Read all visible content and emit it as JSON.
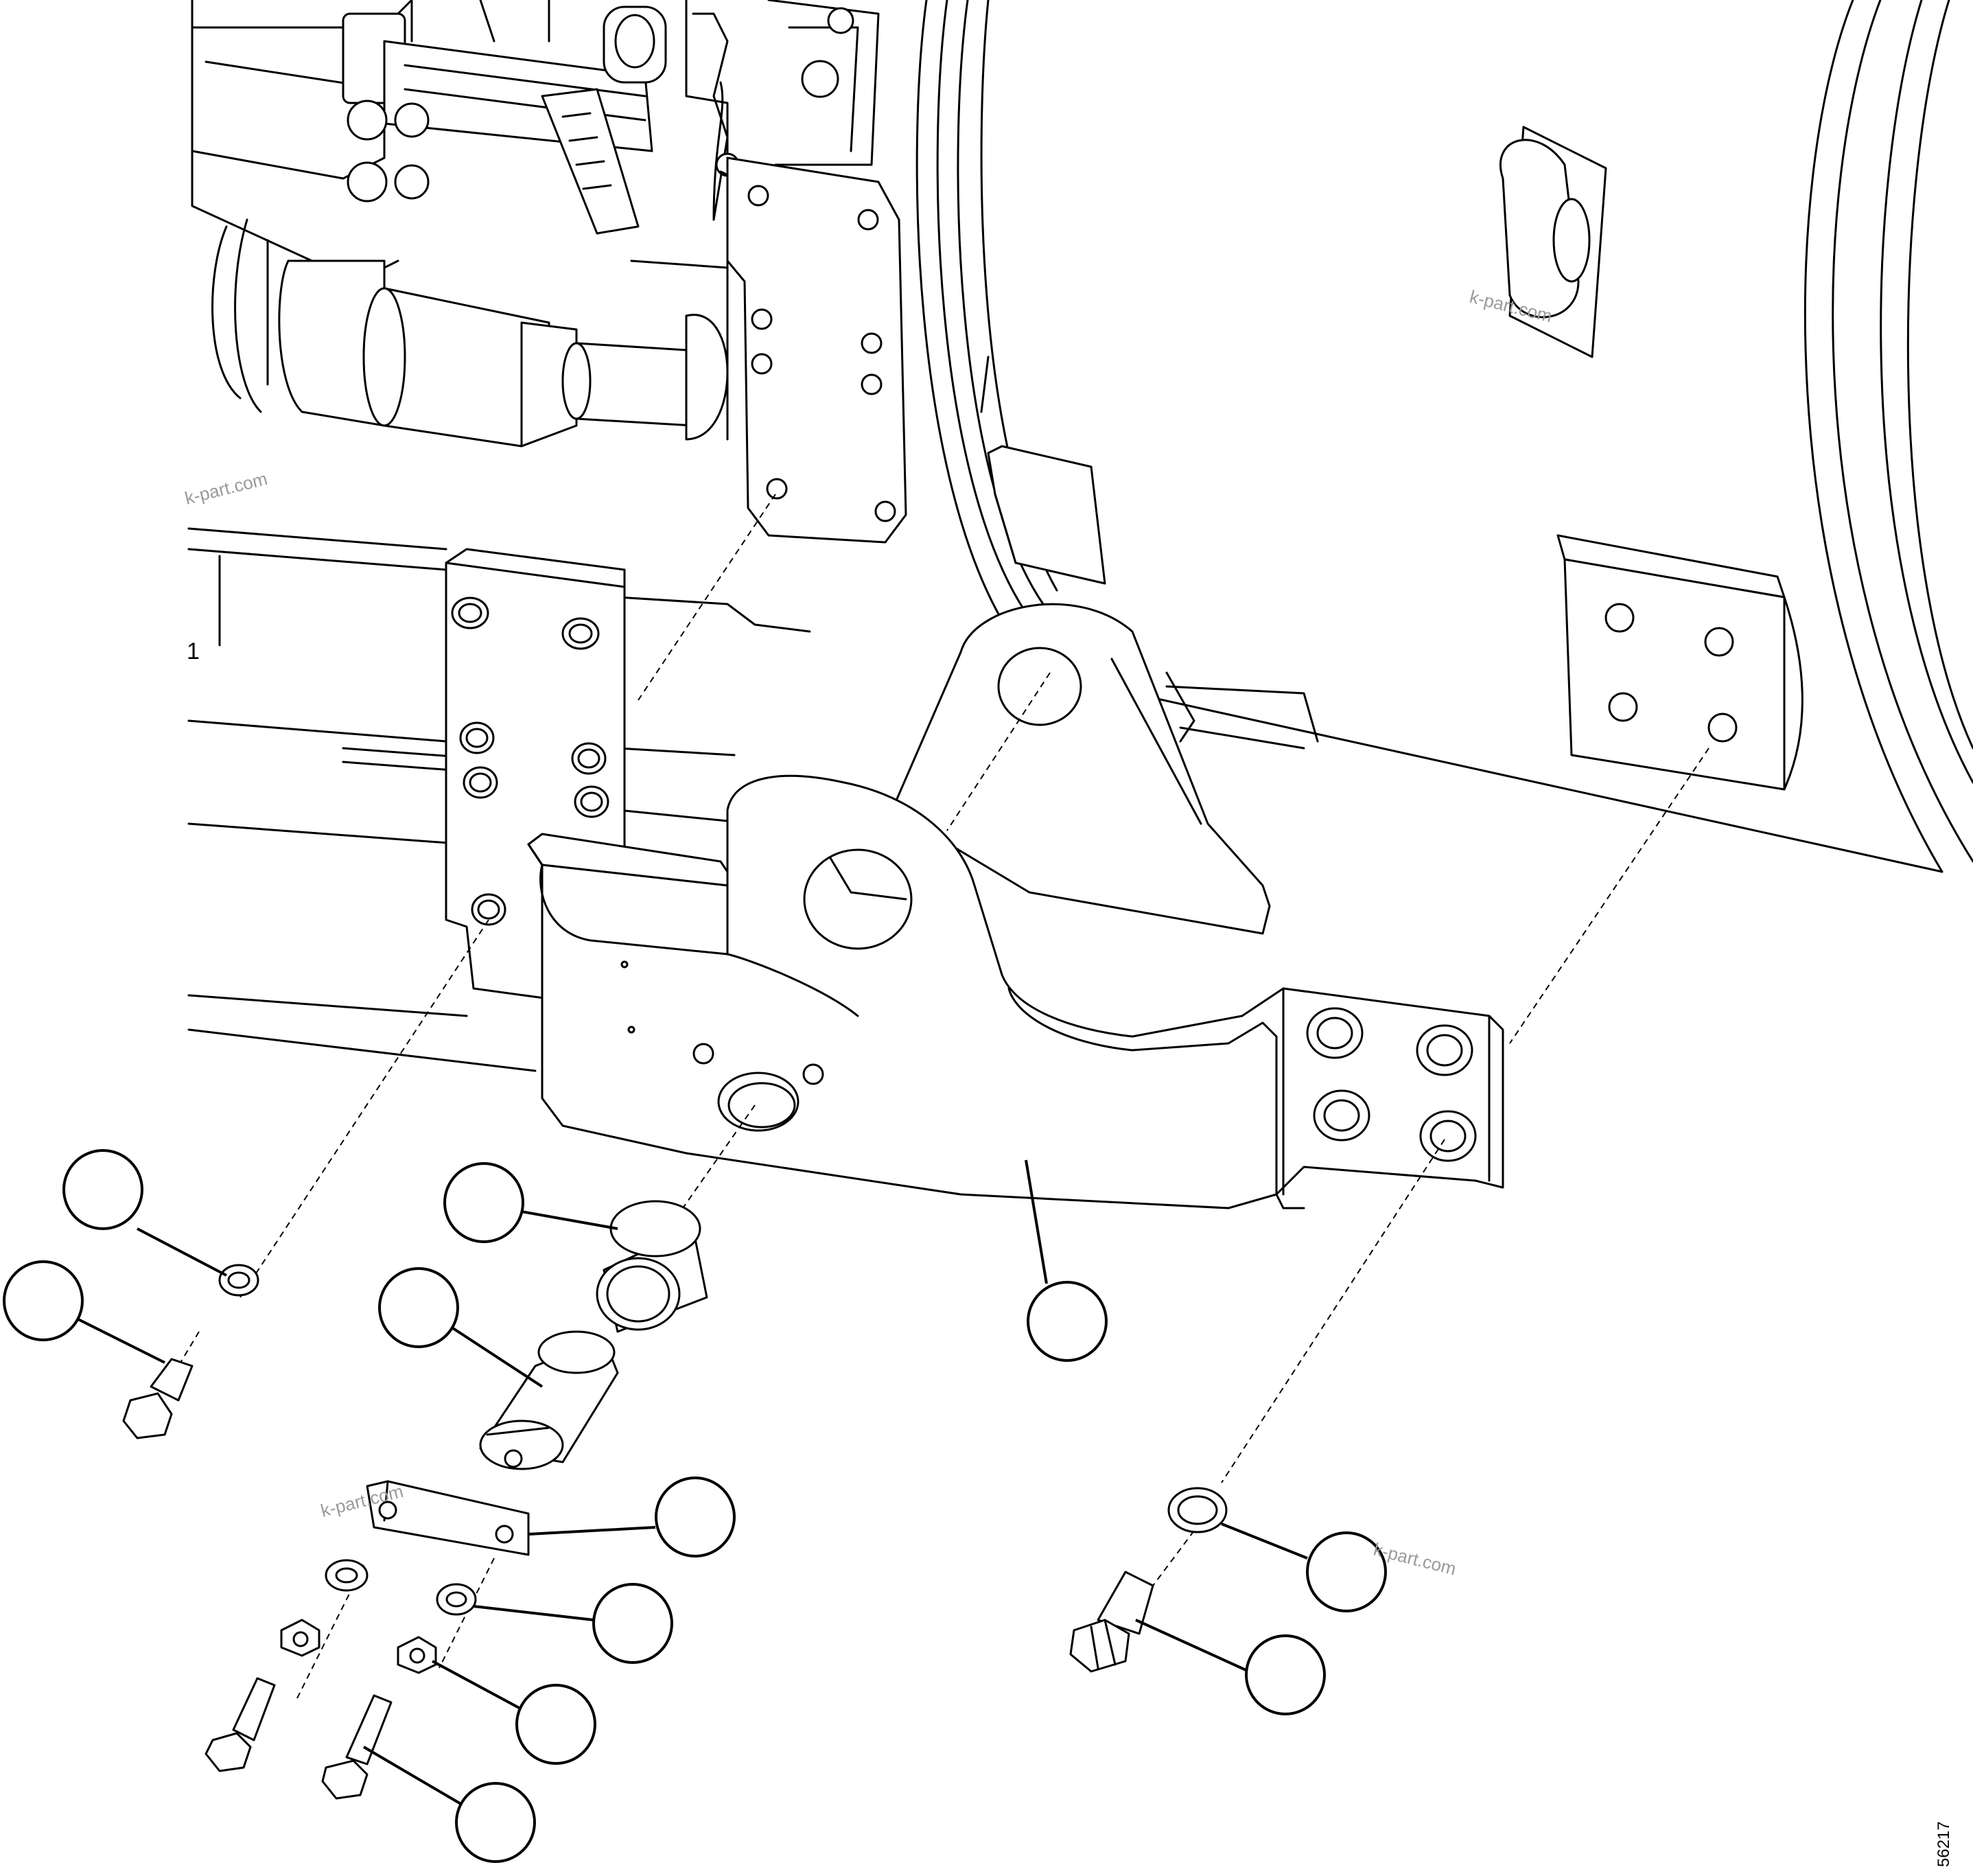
{
  "figure": {
    "number": "56217",
    "edge_mark": "1"
  },
  "watermarks": [
    "k-part.com",
    "k-part.com",
    "k-part.com",
    "k-part.com"
  ],
  "callouts": [
    {
      "id": "callout-main-bracket",
      "label": ""
    },
    {
      "id": "callout-bushing",
      "label": ""
    },
    {
      "id": "callout-pivot-pin",
      "label": ""
    },
    {
      "id": "callout-washer-left",
      "label": ""
    },
    {
      "id": "callout-bolt-left",
      "label": ""
    },
    {
      "id": "callout-retainer-plate",
      "label": ""
    },
    {
      "id": "callout-lock-washer",
      "label": ""
    },
    {
      "id": "callout-nut",
      "label": ""
    },
    {
      "id": "callout-plate-bolt",
      "label": ""
    },
    {
      "id": "callout-washer-right",
      "label": ""
    },
    {
      "id": "callout-bolt-right",
      "label": ""
    }
  ]
}
